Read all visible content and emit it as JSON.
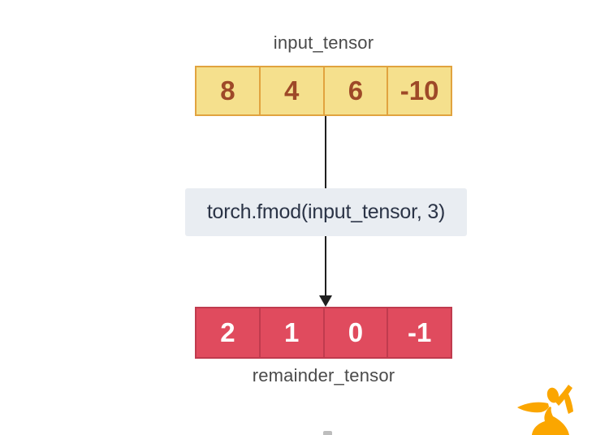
{
  "diagram": {
    "input": {
      "label": "input_tensor",
      "values": [
        "8",
        "4",
        "6",
        "-10"
      ]
    },
    "operation": {
      "code": "torch.fmod(input_tensor, 3)"
    },
    "output": {
      "label": "remainder_tensor",
      "values": [
        "2",
        "1",
        "0",
        "-1"
      ]
    }
  },
  "icons": {
    "arrow": "down-arrow",
    "logo": "fitness-figure-logo"
  },
  "colors": {
    "input_cell_fill": "#F5E08D",
    "input_cell_border": "#E1A33F",
    "input_text": "#9E4928",
    "output_cell_fill": "#E04B5E",
    "output_cell_border": "#C03B4E",
    "output_text": "#FFFFFF",
    "code_box_bg": "#E9EDF2",
    "code_text": "#2B3447",
    "label_text": "#4A4A4A",
    "arrow": "#1F1F1F",
    "logo": "#FBA600"
  }
}
